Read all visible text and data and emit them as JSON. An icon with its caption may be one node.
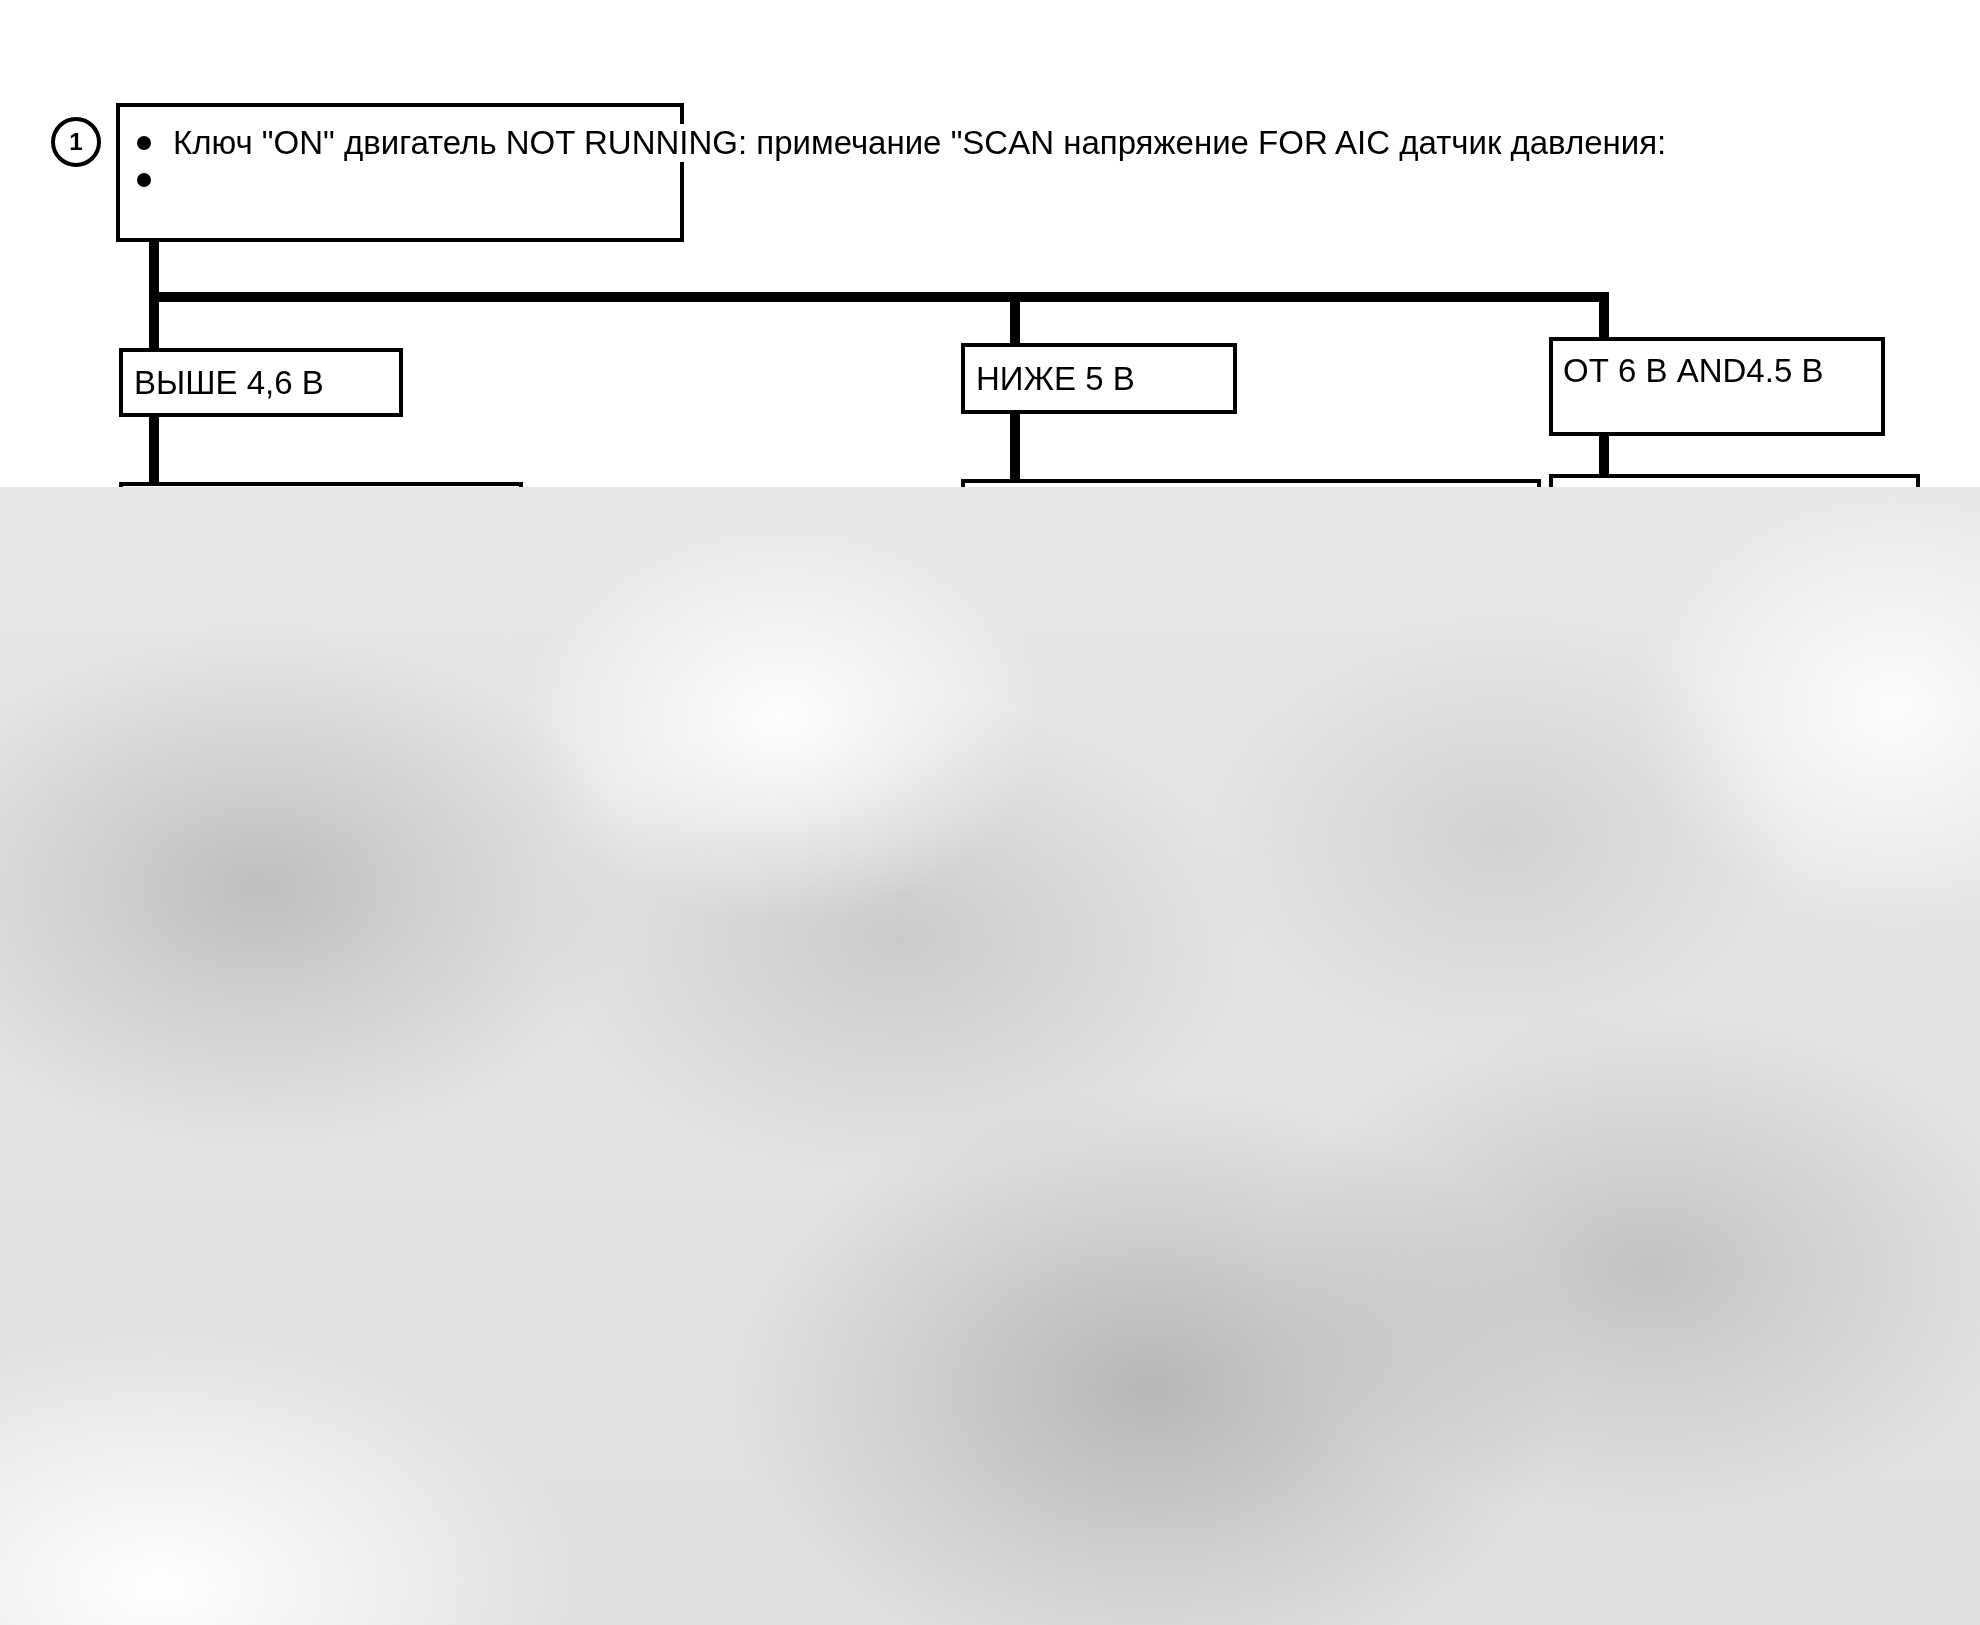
{
  "diagram": {
    "nodes": [
      {
        "text": [
          "1"
        ]
      },
      {
        "text": [
          "Ключ \"ON\" двигатель NOT RUNNING: примечание \"SCAN напряжение FOR AIC датчик давления:"
        ]
      },
      {
        "text": [
          "ВЫШЕ 4,6 В"
        ]
      },
      {
        "text": [
          "НИЖЕ 5 В"
        ]
      },
      {
        "text": [
          "ОТ 6 В AND4.5 В"
        ]
      },
      {
        "text": [],
        "shape": "box"
      },
      {
        "text": [],
        "shape": "box"
      },
      {
        "text": [],
        "shape": "box"
      }
    ],
    "edges": [
      {
        "from": 1,
        "to": 2,
        "arrow": "none"
      },
      {
        "from": 1,
        "to": 3,
        "arrow": "none"
      },
      {
        "from": 1,
        "to": 4,
        "arrow": "none"
      },
      {
        "from": 2,
        "to": 5,
        "arrow": "none"
      },
      {
        "from": 3,
        "to": 6,
        "arrow": "none"
      },
      {
        "from": 4,
        "to": 7,
        "arrow": "none"
      }
    ]
  }
}
